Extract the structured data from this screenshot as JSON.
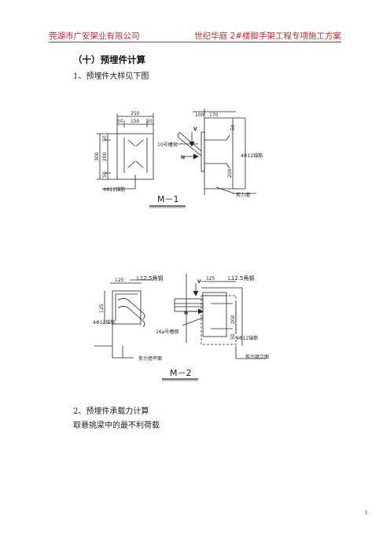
{
  "header": {
    "company": "莞湖市广安架业有限公司",
    "project": "世纪华庭 2#楼脚手架工程专项施工方案"
  },
  "section_title": "（十）预埋件计算",
  "para1": "1、预埋件大样见下图",
  "fig1": {
    "dim_250": "250",
    "dim_50a": "50",
    "dim_150": "150",
    "dim_50b": "50",
    "dim_100": "100",
    "dim_170": "170",
    "dim_300": "300",
    "dim_50c": "50",
    "dim_200": "200",
    "dim_50d": "50",
    "dim_side_200": "200",
    "dim_side_50": "50",
    "label_V": "V",
    "label_N": "N",
    "label_channel": "10号槽钢",
    "label_anchor_right": "4Φ12锚筋",
    "label_anchor_left": "4Φ12锚筋",
    "label_wall": "剪力墙",
    "caption": "M－1"
  },
  "fig2": {
    "dim_125a": "125",
    "label_angle_left": "L12.5角钢",
    "dim_125b": "125",
    "label_angle_right": "L12.5角钢",
    "dim_125_left_v": "125",
    "dim_200": "200",
    "dim_50": "50",
    "label_V": "V",
    "label_N": "N",
    "label_anchor_left": "4Φ12锚筋",
    "label_anchor_right": "4Φ12锚筋",
    "label_channel": "16a号槽钢",
    "label_wall_plan": "剪力墙平面",
    "label_wall_elev": "剪力墙立面",
    "caption": "M－2"
  },
  "para2": "2、预埋件承载力计算",
  "para3": "取悬挑梁中的最不利荷载",
  "page_number": "1"
}
